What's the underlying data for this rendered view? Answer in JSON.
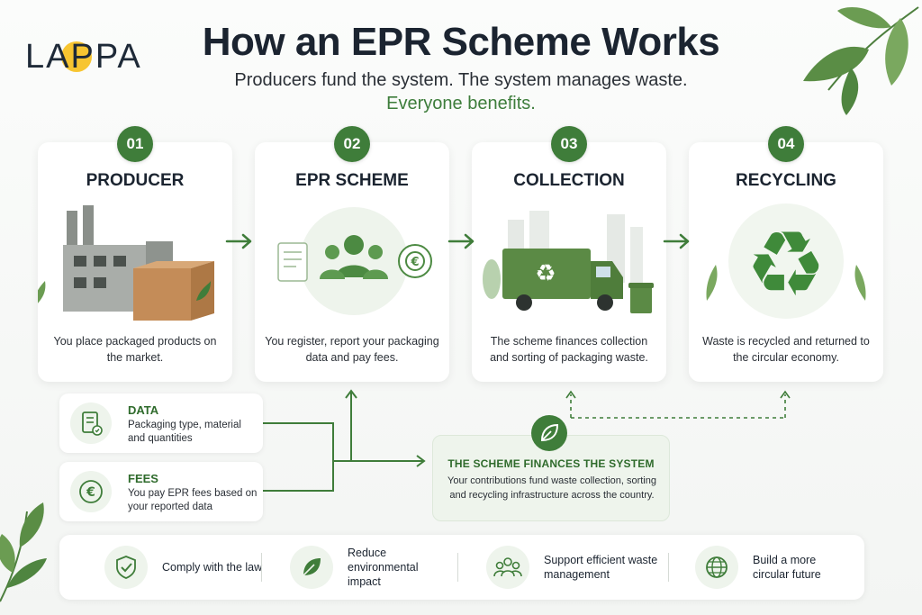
{
  "brand": {
    "logo_text": "LAPPA"
  },
  "header": {
    "title": "How an EPR Scheme Works",
    "subtitle": "Producers fund the system. The system manages waste.",
    "tagline": "Everyone benefits."
  },
  "steps": [
    {
      "number": "01",
      "title": "PRODUCER",
      "description": "You place packaged products on the market.",
      "icon": "factory-box-icon"
    },
    {
      "number": "02",
      "title": "EPR SCHEME",
      "description": "You register, report your packaging data and pay fees.",
      "icon": "people-group-icon"
    },
    {
      "number": "03",
      "title": "COLLECTION",
      "description": "The scheme finances collection and sorting of packaging waste.",
      "icon": "garbage-truck-icon"
    },
    {
      "number": "04",
      "title": "RECYCLING",
      "description": "Waste is recycled and returned to the circular economy.",
      "icon": "recycle-icon"
    }
  ],
  "inputs": [
    {
      "title": "DATA",
      "text": "Packaging type, material and quantities",
      "icon": "document-check-icon"
    },
    {
      "title": "FEES",
      "text": "You pay EPR fees based on your reported data",
      "icon": "euro-icon"
    }
  ],
  "finances": {
    "title": "THE SCHEME FINANCES THE SYSTEM",
    "text": "Your contributions fund waste collection, sorting and recycling infrastructure across the country.",
    "icon": "leaf-icon"
  },
  "benefits": [
    {
      "label": "Comply with the law",
      "icon": "shield-check-icon"
    },
    {
      "label": "Reduce environmental impact",
      "icon": "leaf-icon"
    },
    {
      "label": "Support efficient waste management",
      "icon": "people-icon"
    },
    {
      "label": "Build a more circular future",
      "icon": "globe-icon"
    }
  ],
  "colors": {
    "primary_green": "#3f7d3a",
    "light_green": "#eef4ec",
    "text_dark": "#1b2430",
    "logo_yellow": "#f7c531"
  }
}
